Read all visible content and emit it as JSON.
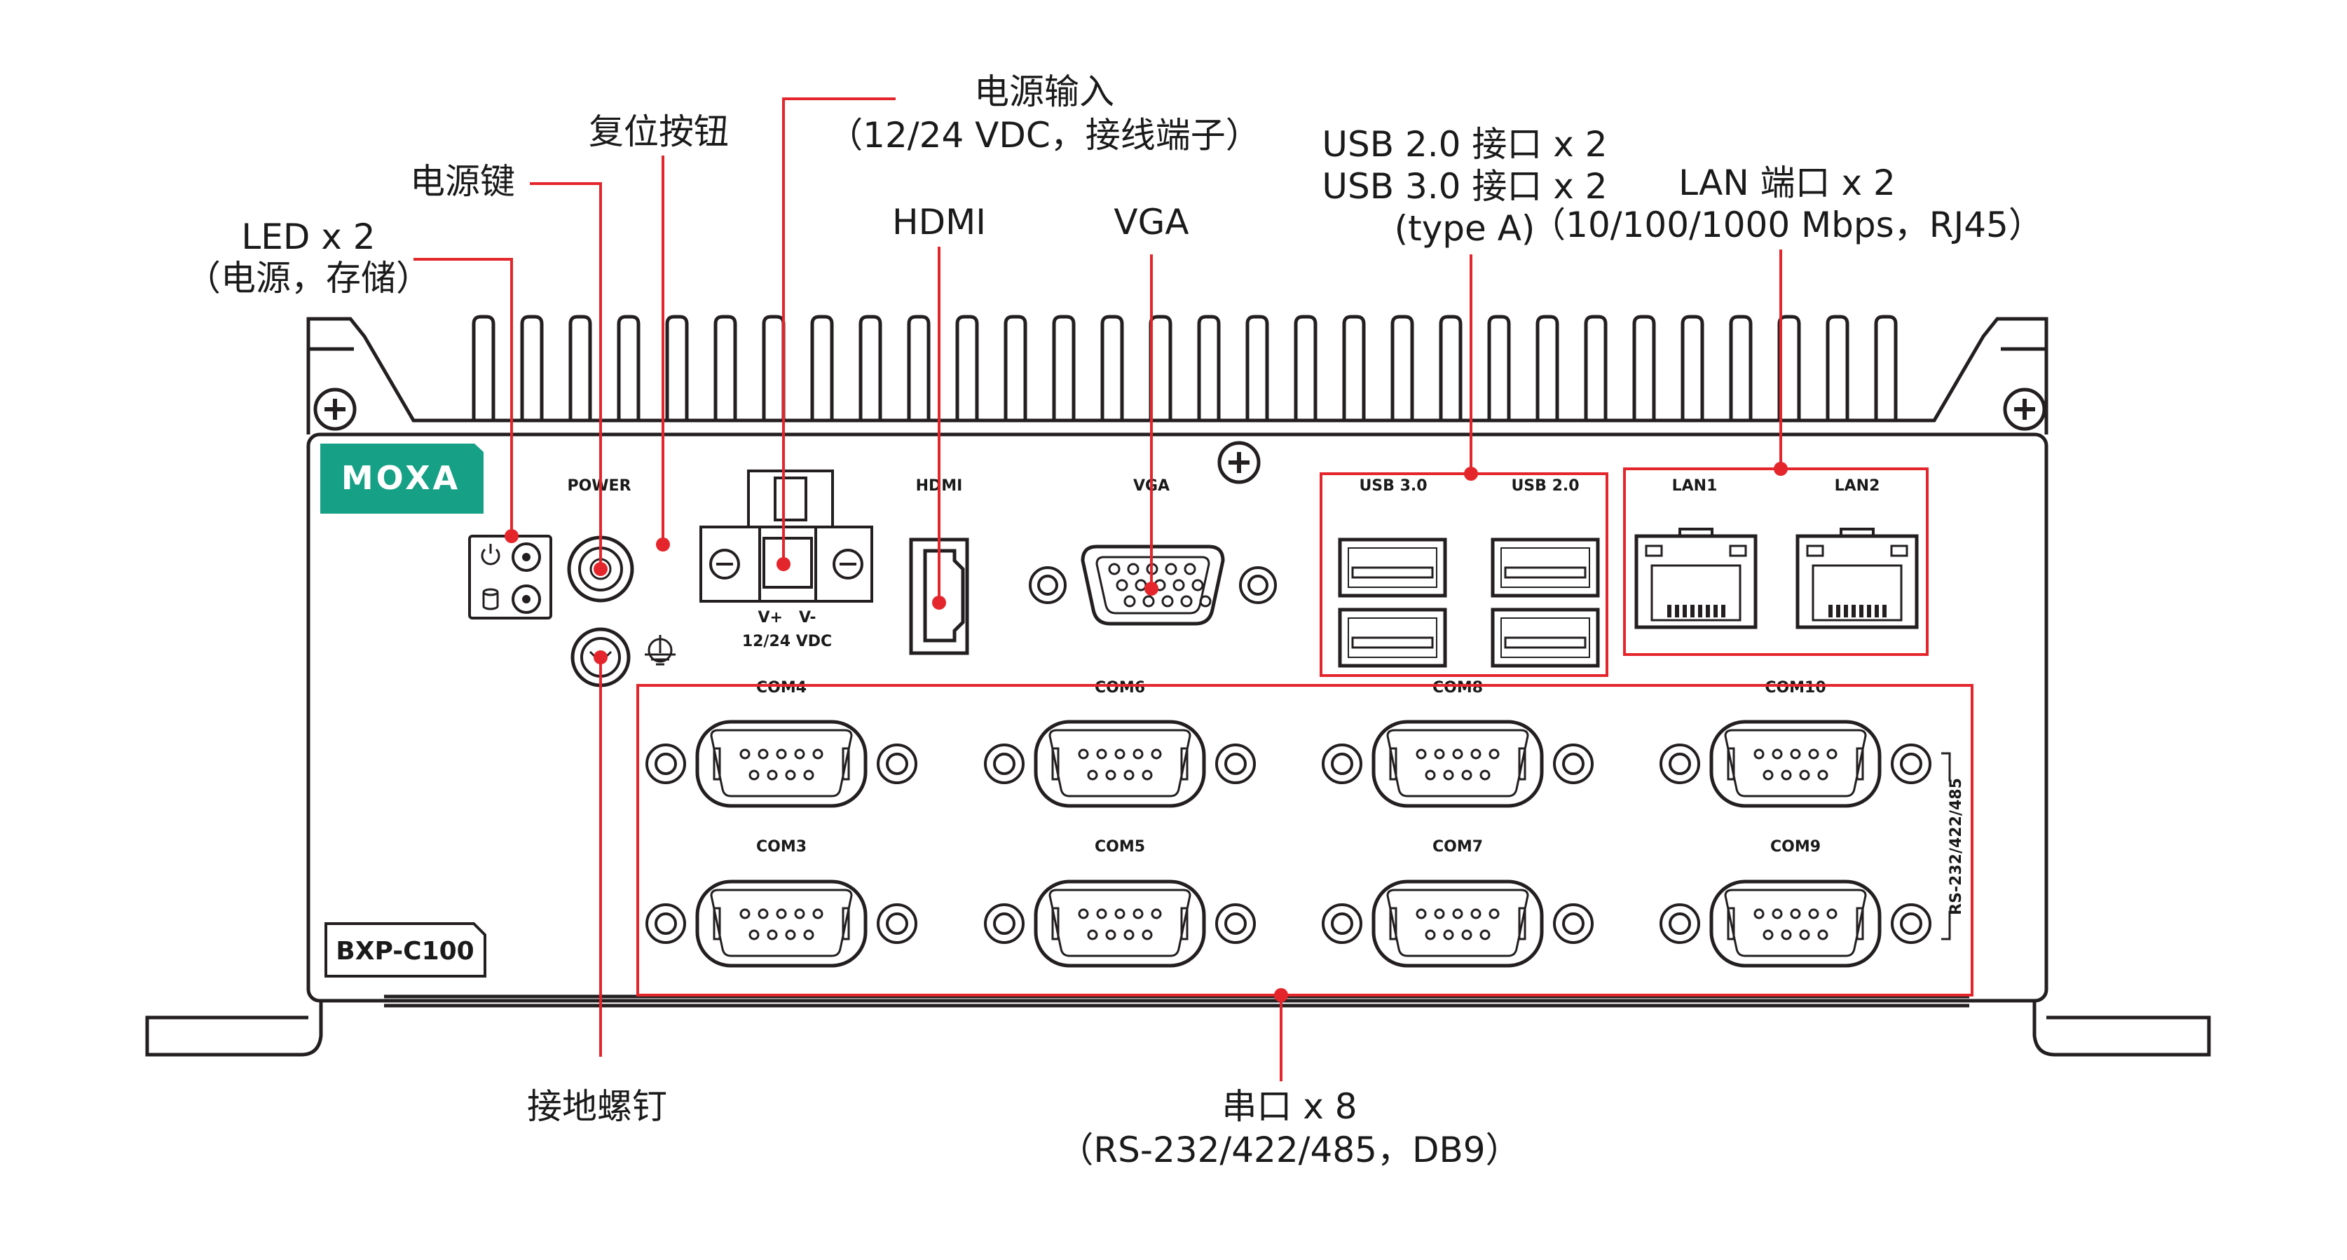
{
  "colors": {
    "accent": "#e4262c",
    "outline": "#231f20",
    "brand": "#16a085"
  },
  "brand": {
    "logo_text": "MOXA",
    "model": "BXP-C100"
  },
  "panel_labels": {
    "power": "POWER",
    "hdmi": "HDMI",
    "vga": "VGA",
    "usb30": "USB 3.0",
    "usb20": "USB 2.0",
    "lan1": "LAN1",
    "lan2": "LAN2",
    "dc_polarity": "V+   V-",
    "dc_voltage": "12/24 VDC",
    "rs_vertical": "RS-232/422/485"
  },
  "com_ports": {
    "top": [
      "COM4",
      "COM6",
      "COM8",
      "COM10"
    ],
    "bottom": [
      "COM3",
      "COM5",
      "COM7",
      "COM9"
    ]
  },
  "callouts": {
    "led": [
      "LED x 2",
      "（电源，存储）"
    ],
    "power_key": [
      "电源键"
    ],
    "reset": [
      "复位按钮"
    ],
    "power_input": [
      "电源输入",
      "（12/24 VDC，接线端子）"
    ],
    "hdmi": [
      "HDMI"
    ],
    "vga": [
      "VGA"
    ],
    "usb": [
      "USB 2.0 接口 x 2",
      "USB 3.0 接口 x 2",
      "(type A)"
    ],
    "lan": [
      "LAN 端口 x 2",
      "（10/100/1000 Mbps，RJ45）"
    ],
    "ground": [
      "接地螺钉"
    ],
    "serial": [
      "串口 x 8",
      "（RS-232/422/485，DB9）"
    ]
  }
}
